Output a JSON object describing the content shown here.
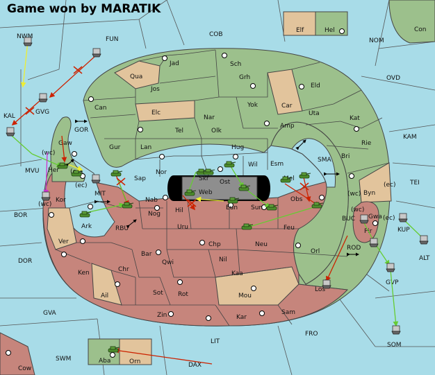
{
  "game": {
    "status": "Game won by MARATIK"
  },
  "colors": {
    "sea": "#a8dce8",
    "land_neutral": "#e2c49c",
    "power_green": "#9cc08c",
    "power_red": "#c6857c",
    "center_dark": "#8e8e8e",
    "arrow_red": "#cc2200",
    "arrow_green": "#66cc33",
    "arrow_yellow": "#eeee33",
    "arrow_magenta": "#cc33cc",
    "outline": "#444444"
  },
  "labels": {
    "sea": {
      "NWM": "NWM",
      "FUN": "FUN",
      "COB": "COB",
      "NOM": "NOM",
      "OVD": "OVD",
      "KAM": "KAM",
      "TEI": "TEI",
      "ALT": "ALT",
      "BOR": "BOR",
      "DOR": "DOR",
      "GVA": "GVA",
      "SWM": "SWM",
      "LIT": "LIT",
      "FRO": "FRO",
      "SOM": "SOM",
      "DAX": "DAX",
      "BUC": "BUC",
      "SMA": "SMA",
      "MIT": "MIT",
      "RBU": "RBU",
      "GOR": "GOR",
      "ROD": "ROD",
      "KAL": "KAL"
    },
    "land": {
      "Elf": "Elf",
      "Hel": "Hel",
      "Con": "Con",
      "Jad": "Jad",
      "Sch": "Sch",
      "Qua": "Qua",
      "Jos": "Jos",
      "Grh": "Grh",
      "Eld": "Eld",
      "Can": "Can",
      "Yok": "Yok",
      "Car": "Car",
      "Elc": "Elc",
      "Nar": "Nar",
      "Uta": "Uta",
      "Kat": "Kat",
      "Olk": "Olk",
      "Amp": "Amp",
      "Tel": "Tel",
      "Gur": "Gur",
      "Lan": "Lan",
      "Hug": "Hug",
      "Rie": "Rie",
      "Bri": "Bri",
      "Esm": "Esm",
      "Wil": "Wil",
      "Nor": "Nor",
      "Sap": "Sap",
      "Skr": "Skr",
      "Ost": "Ost",
      "Mel": "Mel",
      "Web": "Web",
      "Byn": "Byn",
      "Gwa": "Gwa",
      "Nab": "Nab",
      "Hil": "Hil",
      "Eun": "Eun",
      "Sun": "Sun",
      "Obs": "Obs",
      "Nog": "Nog",
      "Pir": "Pir",
      "Kor": "Kor",
      "Ark": "Ark",
      "Uru": "Uru",
      "Feu": "Feu",
      "Chp": "Chp",
      "Neu": "Neu",
      "Ver": "Ver",
      "Bar": "Bar",
      "Qwi": "Qwi",
      "Nil": "Nil",
      "Orl": "Orl",
      "Chr": "Chr",
      "Ken": "Ken",
      "Kaa": "Kaa",
      "Los": "Los",
      "Ail": "Ail",
      "Sot": "Sot",
      "Rot": "Rot",
      "Mou": "Mou",
      "Zin": "Zin",
      "Kar": "Kar",
      "Sam": "Sam",
      "Gaw": "Gaw",
      "Her": "Her",
      "ec_gaw": "(ec)",
      "wc_gaw": "(wc)",
      "Aba": "Aba",
      "Orn": "Orn",
      "Cow": "Cow",
      "Kup": "KUP",
      "Gvg": "GVG",
      "Mvu": "MVU",
      "Gvp": "GVP"
    },
    "coasts": {
      "kor_ec": "(ec)",
      "kor_wc": "(wc)",
      "byn_wc": "(wc)",
      "byn_ec": "(ec)",
      "gwa_wc": "(wc)",
      "kup_ec": "(ec)"
    }
  },
  "icons": {
    "unit": "tank-icon",
    "fleet": "ship-icon",
    "center": "supply-center-icon",
    "arrows": "move-arrow-icon",
    "cut": "cut-order-icon",
    "double_arrow": "two-way-arrow-icon"
  }
}
